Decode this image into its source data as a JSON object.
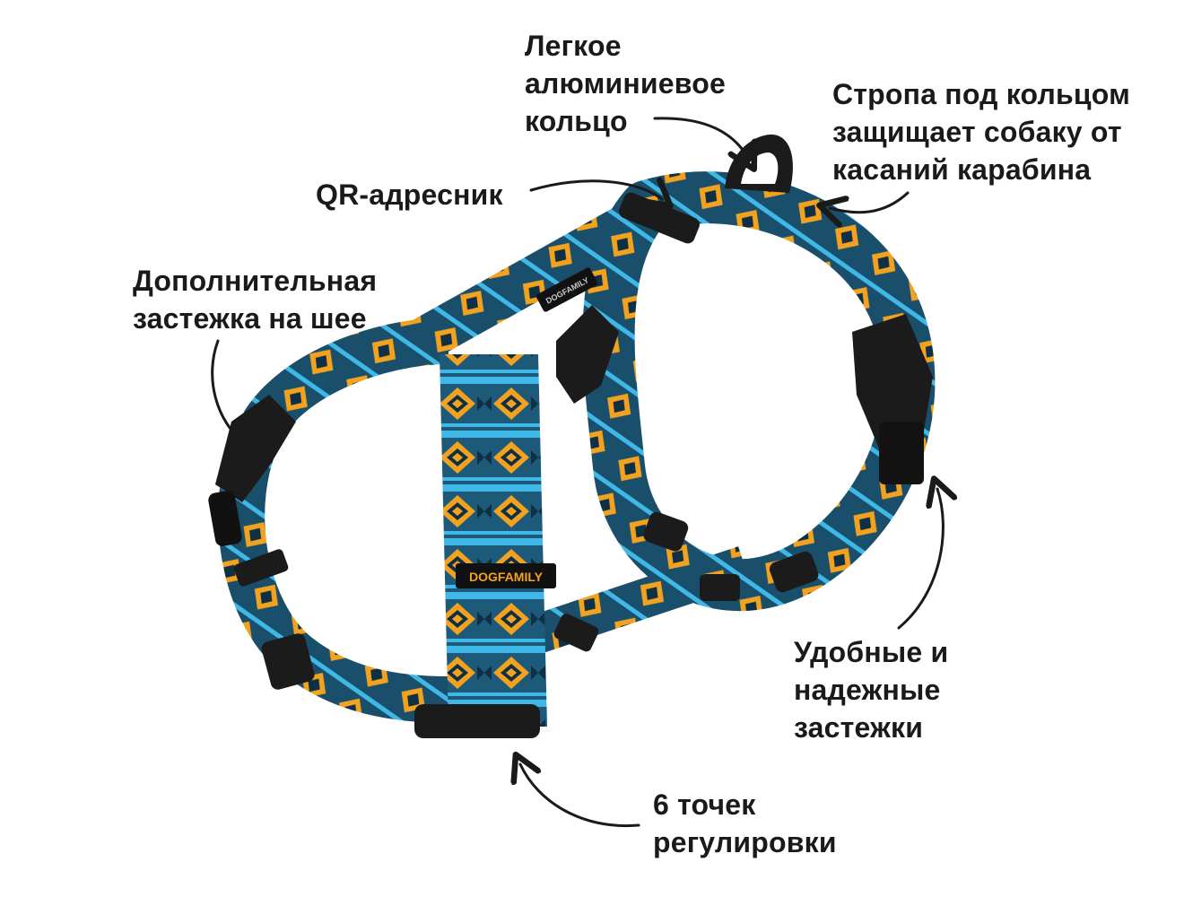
{
  "labels": {
    "ring": [
      "Легкое",
      "алюминиевое",
      "кольцо"
    ],
    "strap": [
      "Стропа под кольцом",
      "защищает собаку от",
      "касаний карабина"
    ],
    "qr": [
      "QR-адресник"
    ],
    "neck": [
      "Дополнительная",
      "застежка на шее"
    ],
    "buckles": [
      "Удобные и",
      "надежные",
      "застежки"
    ],
    "adjust": [
      "6 точек",
      "регулировки"
    ]
  },
  "brand": {
    "patch_main": "DOGFAMILY",
    "patch_small": "DOGFAMILY"
  },
  "colors": {
    "webbing_base": "#1d5a7a",
    "webbing_dark": "#0f2f44",
    "accent_blue": "#3fb8e8",
    "accent_orange": "#f2a21f",
    "hardware": "#1b1b1b",
    "text": "#1a1a1a"
  }
}
